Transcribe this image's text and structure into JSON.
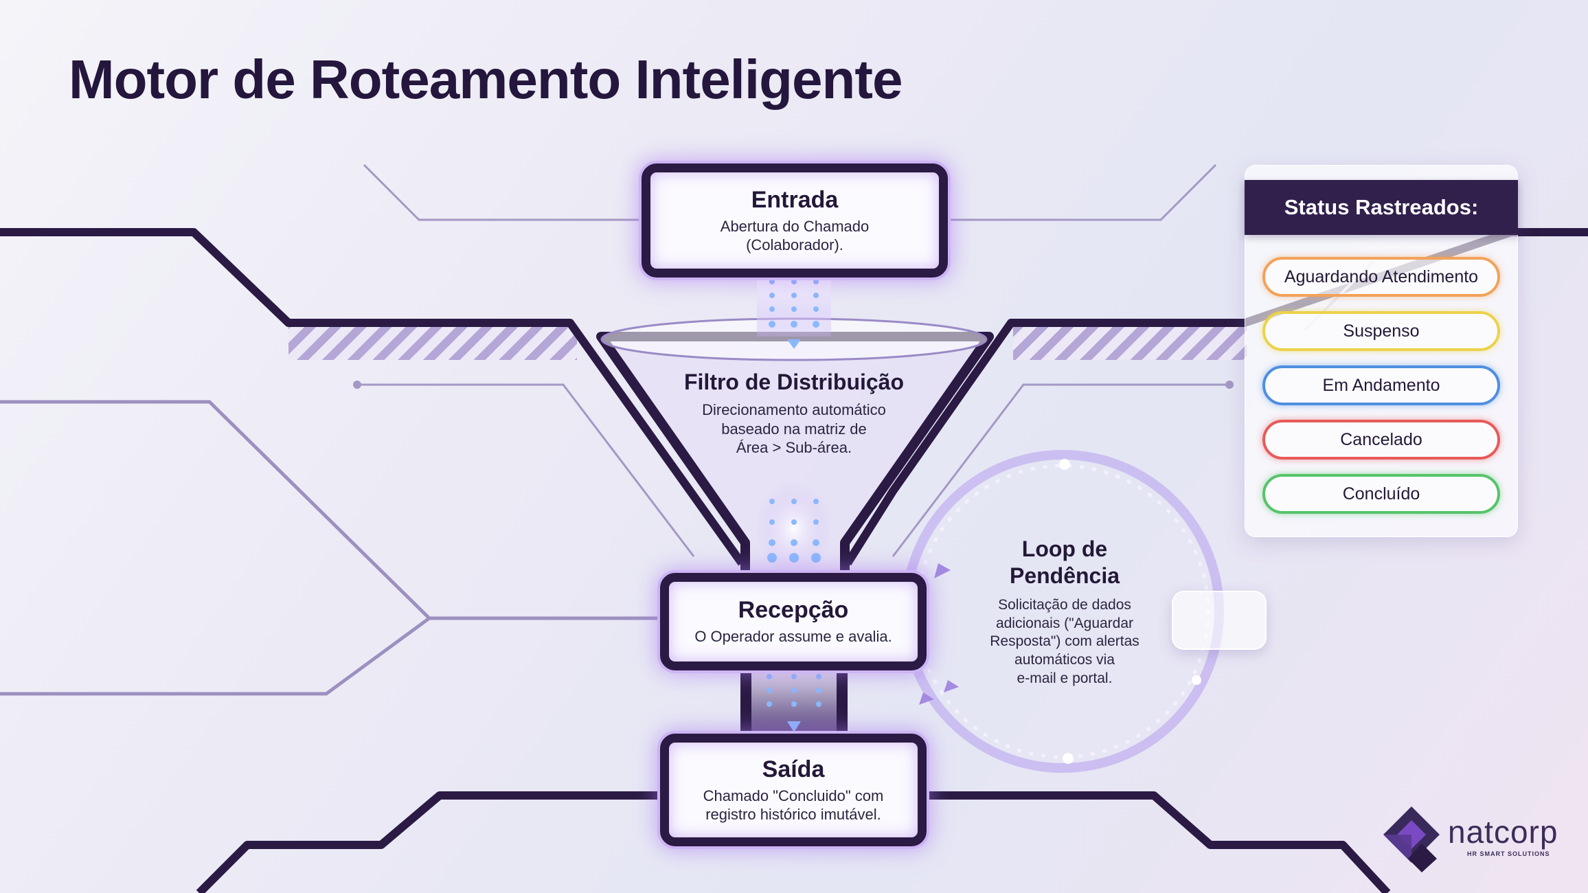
{
  "title": "Motor de Roteamento Inteligente",
  "stages": {
    "entrada": {
      "title": "Entrada",
      "desc_line1": "Abertura do Chamado",
      "desc_line2": "(Colaborador)."
    },
    "filtro": {
      "title": "Filtro de Distribuição",
      "desc_line1": "Direcionamento automático",
      "desc_line2": "baseado na matriz de",
      "desc_line3": "Área > Sub-área."
    },
    "recepcao": {
      "title": "Recepção",
      "desc": "O Operador assume e avalia."
    },
    "saida": {
      "title": "Saída",
      "desc_line1": "Chamado \"Concluido\" com",
      "desc_line2": "registro histórico imutável."
    }
  },
  "loop": {
    "title_line1": "Loop de",
    "title_line2": "Pendência",
    "desc_line1": "Solicitação de dados",
    "desc_line2": "adicionais (\"Aguardar",
    "desc_line3": "Resposta\") com alertas",
    "desc_line4": "automáticos via",
    "desc_line5": "e-mail e portal."
  },
  "status_panel": {
    "header": "Status Rastreados:",
    "items": [
      {
        "label": "Aguardando Atendimento",
        "color": "#f2a25a"
      },
      {
        "label": "Suspenso",
        "color": "#ecd24a"
      },
      {
        "label": "Em Andamento",
        "color": "#4e8fe0"
      },
      {
        "label": "Cancelado",
        "color": "#e85a5a"
      },
      {
        "label": "Concluído",
        "color": "#56c46a"
      }
    ]
  },
  "logo": {
    "name": "natcorp",
    "tagline": "HR SMART SOLUTIONS"
  },
  "colors": {
    "dark": "#2a1a44",
    "glow": "#b48cf0",
    "accent": "#8a6ee0"
  }
}
